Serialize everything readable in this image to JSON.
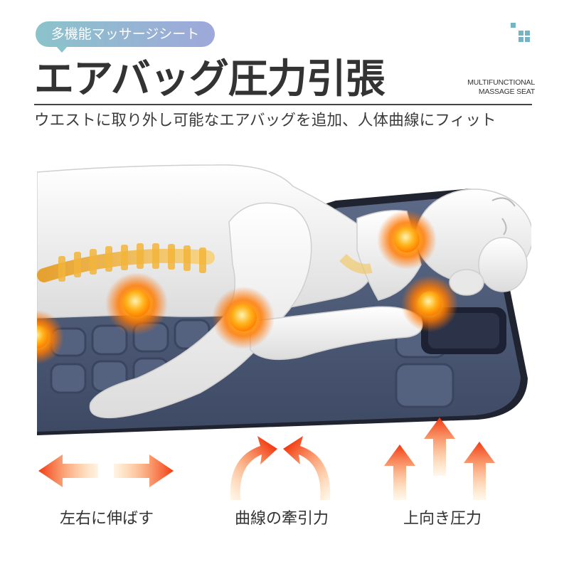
{
  "badge": {
    "text": "多機能マッサージシート"
  },
  "header": {
    "title": "エアバッグ圧力引張",
    "english_lines": [
      "MULTIFUNCTIONAL",
      "MASSAGE SEAT"
    ],
    "subtitle": "ウエストに取り外し可能なエアバッグを追加、人体曲線にフィット"
  },
  "features": [
    {
      "label": "左右に伸ばす",
      "icon": "left-right-arrows-icon"
    },
    {
      "label": "曲線の牽引力",
      "icon": "curved-traction-arrows-icon"
    },
    {
      "label": "上向き圧力",
      "icon": "upward-arrows-icon"
    }
  ],
  "colors": {
    "accent_orange": "#ff6a00",
    "arrow_red": "#f03a14",
    "mat_blue": "#4c5a78",
    "badge_teal": "#8bc3cb",
    "badge_lilac": "#9ea8da",
    "icon_teal": "#73b3c4"
  }
}
